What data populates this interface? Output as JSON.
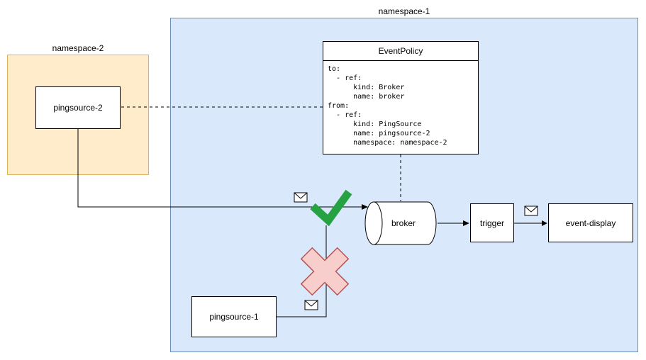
{
  "diagram": {
    "namespaces": {
      "namespace1": {
        "label": "namespace-1"
      },
      "namespace2": {
        "label": "namespace-2"
      }
    },
    "nodes": {
      "pingsource2": {
        "label": "pingsource-2"
      },
      "pingsource1": {
        "label": "pingsource-1"
      },
      "broker": {
        "label": "broker"
      },
      "trigger": {
        "label": "trigger"
      },
      "event_display": {
        "label": "event-display"
      }
    },
    "event_policy": {
      "title": "EventPolicy",
      "body": "to:\n  - ref:\n      kind: Broker\n      name: broker\nfrom:\n  - ref:\n      kind: PingSource\n      name: pingsource-2\n      namespace: namespace-2"
    },
    "colors": {
      "namespace1_fill": "#dae8fc",
      "namespace1_stroke": "#6c8ebf",
      "namespace2_fill": "#ffeccb",
      "namespace2_stroke": "#d6b656",
      "check_green": "#27a243",
      "x_fill": "#f8cecc",
      "x_stroke": "#b85450"
    }
  }
}
